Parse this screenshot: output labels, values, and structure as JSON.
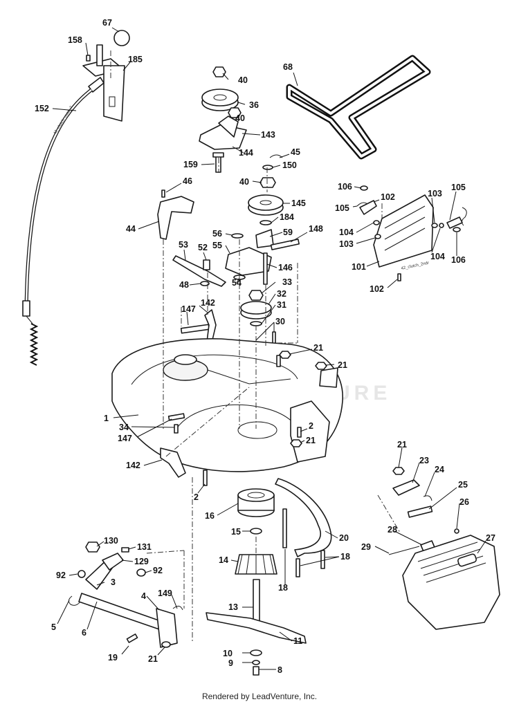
{
  "footer": {
    "text": "Rendered by LeadVenture, Inc."
  },
  "watermark": {
    "text": "VENTURE"
  },
  "decals": {
    "cable": "42_clutch_mod_7",
    "shield": "42_clutch_2ndr"
  },
  "callouts": [
    "67",
    "158",
    "185",
    "152",
    "40",
    "36",
    "40",
    "143",
    "144",
    "159",
    "68",
    "45",
    "150",
    "40",
    "46",
    "145",
    "184",
    "59",
    "148",
    "44",
    "56",
    "55",
    "146",
    "53",
    "52",
    "33",
    "48",
    "54",
    "32",
    "142",
    "31",
    "147",
    "30",
    "21",
    "21",
    "1",
    "34",
    "147",
    "2",
    "21",
    "142",
    "2",
    "16",
    "15",
    "20",
    "18",
    "14",
    "18",
    "3",
    "92",
    "130",
    "131",
    "129",
    "92",
    "5",
    "6",
    "4",
    "149",
    "13",
    "19",
    "21",
    "11",
    "10",
    "9",
    "8",
    "106",
    "102",
    "105",
    "104",
    "103",
    "103",
    "105",
    "101",
    "104",
    "106",
    "102",
    "21",
    "23",
    "24",
    "25",
    "26",
    "28",
    "29",
    "27"
  ]
}
